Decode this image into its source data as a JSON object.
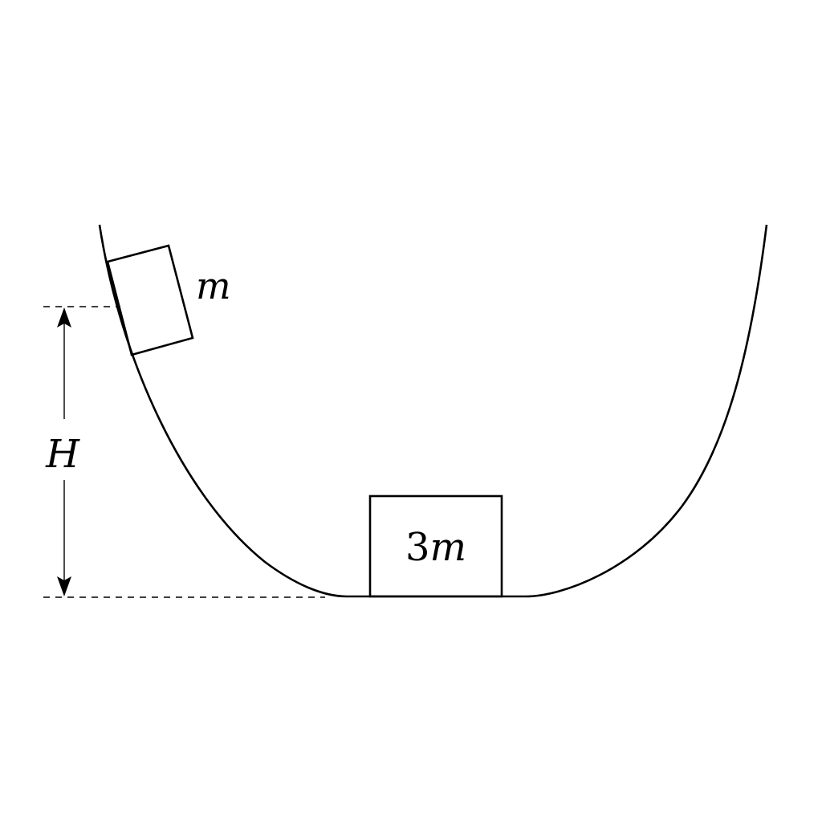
{
  "labels": {
    "small_block_mass": "m",
    "large_block_coefficient": "3",
    "large_block_variable": "m",
    "height_label": "H"
  },
  "colors": {
    "line": "#000000",
    "background": "#ffffff"
  }
}
